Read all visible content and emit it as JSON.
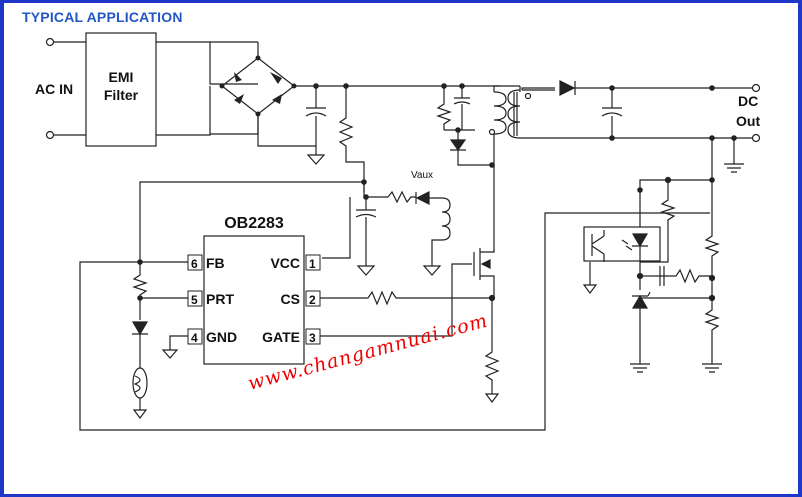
{
  "header": {
    "title": "TYPICAL APPLICATION"
  },
  "labels": {
    "ac_in": "AC IN",
    "emi_line1": "EMI",
    "emi_line2": "Filter",
    "dc_line1": "DC",
    "dc_line2": "Out",
    "vaux": "Vaux",
    "chip": "OB2283"
  },
  "pins": [
    {
      "num": "6",
      "name": "FB"
    },
    {
      "num": "5",
      "name": "PRT"
    },
    {
      "num": "4",
      "name": "GND"
    },
    {
      "num": "1",
      "name": "VCC"
    },
    {
      "num": "2",
      "name": "CS"
    },
    {
      "num": "3",
      "name": "GATE"
    }
  ],
  "watermark": "www.changamnuai.com",
  "colors": {
    "frame": "#1f37c9",
    "title": "#2257c4",
    "watermark": "#ee0000",
    "line": "#222222"
  }
}
